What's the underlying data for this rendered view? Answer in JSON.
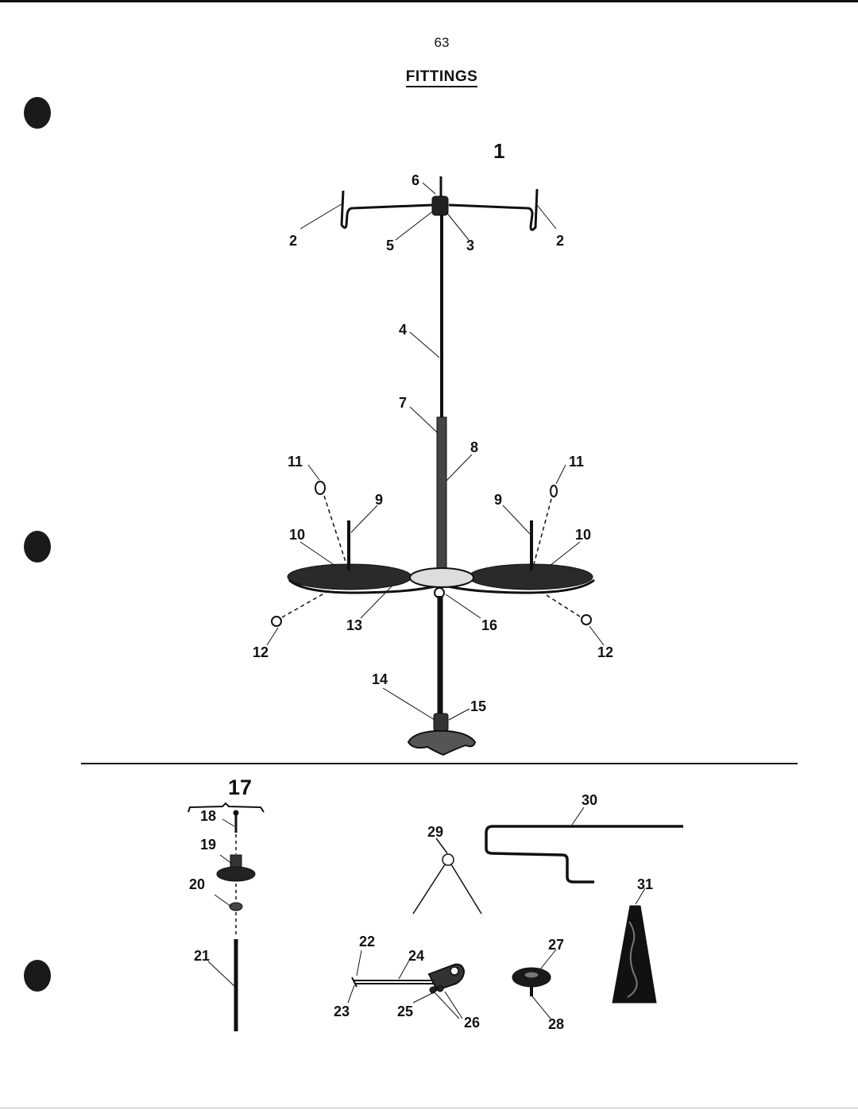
{
  "page": {
    "number": "63",
    "title": "FITTINGS"
  },
  "figures": {
    "main_number": "1",
    "accessories_number": "17"
  },
  "callouts": {
    "c2a": "2",
    "c2b": "2",
    "c3": "3",
    "c4": "4",
    "c5": "5",
    "c6": "6",
    "c7": "7",
    "c8": "8",
    "c9a": "9",
    "c9b": "9",
    "c10a": "10",
    "c10b": "10",
    "c11a": "11",
    "c11b": "11",
    "c12a": "12",
    "c12b": "12",
    "c13": "13",
    "c14": "14",
    "c15": "15",
    "c16": "16",
    "c18": "18",
    "c19": "19",
    "c20": "20",
    "c21": "21",
    "c22": "22",
    "c23": "23",
    "c24": "24",
    "c25": "25",
    "c26": "26",
    "c27": "27",
    "c28": "28",
    "c29": "29",
    "c30": "30",
    "c31": "31"
  }
}
